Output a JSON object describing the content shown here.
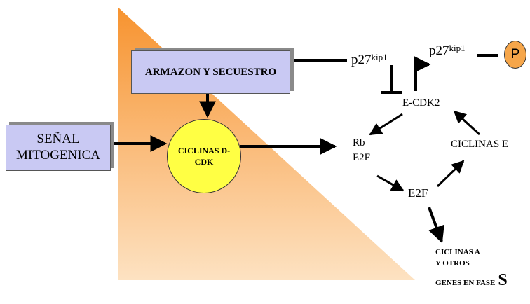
{
  "nodes": {
    "armazon": "ARMAZON Y SECUESTRO",
    "senal_line1": "SEÑAL",
    "senal_line2": "MITOGENICA",
    "ciclinas_d_line1": "CICLINAS D-",
    "ciclinas_d_line2": "CDK",
    "p27_left": "p27",
    "p27_left_sup": "kip1",
    "p27_right": "p27",
    "p27_right_sup": "kip1",
    "phospho": "P",
    "ecdk2": "E-CDK2",
    "rb": "Rb",
    "rb_e2f": "E2F",
    "ciclinas_e": "CICLINAS E",
    "e2f": "E2F",
    "out_line1": "CICLINAS A",
    "out_line2": "Y OTROS",
    "out_line3": "GENES EN FASE",
    "out_phase": "S"
  },
  "colors": {
    "triangle_top": "#f7932f",
    "triangle_bottom": "#fde2c2",
    "box_fill": "#c9c9f3",
    "circle_fill": "#ffff44",
    "phospho_fill": "#f6a64a"
  }
}
